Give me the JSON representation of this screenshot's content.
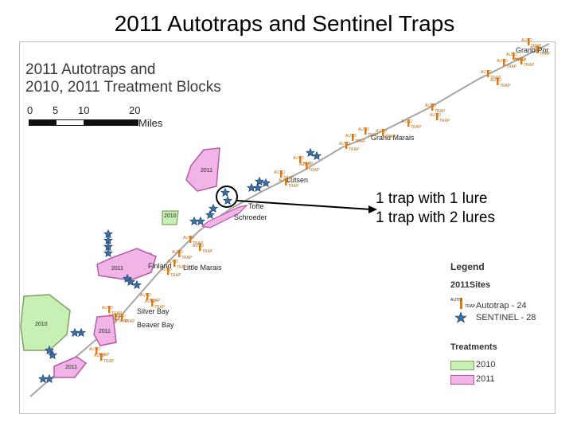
{
  "slide": {
    "title": "2011 Autotraps and Sentinel Traps"
  },
  "map": {
    "heading_line1": "2011 Autotraps and",
    "heading_line2": "2010, 2011 Treatment Blocks",
    "scale": {
      "ticks": [
        "0",
        "5",
        "10",
        "20"
      ],
      "unit": "Miles"
    },
    "places": [
      "Grand Por",
      "Grand Marais",
      "Lutsen",
      "Tofte",
      "Schroeder",
      "Finland",
      "Little Marais",
      "Silver Bay",
      "Beaver Bay"
    ],
    "block_labels": {
      "block_2011_a": "2011",
      "block_2010_a": "2010",
      "block_2011_b": "2011",
      "block_2010_big": "2010",
      "block_2011_c": "2011",
      "block_2011_d": "2011",
      "block_2010_small": "2010"
    },
    "autotrap_icon": {
      "line1": "AUTO",
      "line2": "TRAP"
    },
    "colors": {
      "block_2010": "#c8f0b4",
      "block_2011": "#f0b4e6",
      "block_border": "#b85aa8",
      "border_2010": "#7fa060",
      "shoreline": "#9a9a9a",
      "sentinel": "#3a6ea5",
      "autotrap": "#e07a10"
    }
  },
  "annotation": {
    "line1": "1 trap with 1 lure",
    "line2": "1 trap with 2 lures"
  },
  "legend": {
    "title": "Legend",
    "sites_label": "2011Sites",
    "autotrap_label": "Autotrap - 24",
    "sentinel_label": "SENTINEL - 28",
    "treatments_label": "Treatments",
    "t2010_label": "2010",
    "t2011_label": "2011"
  }
}
